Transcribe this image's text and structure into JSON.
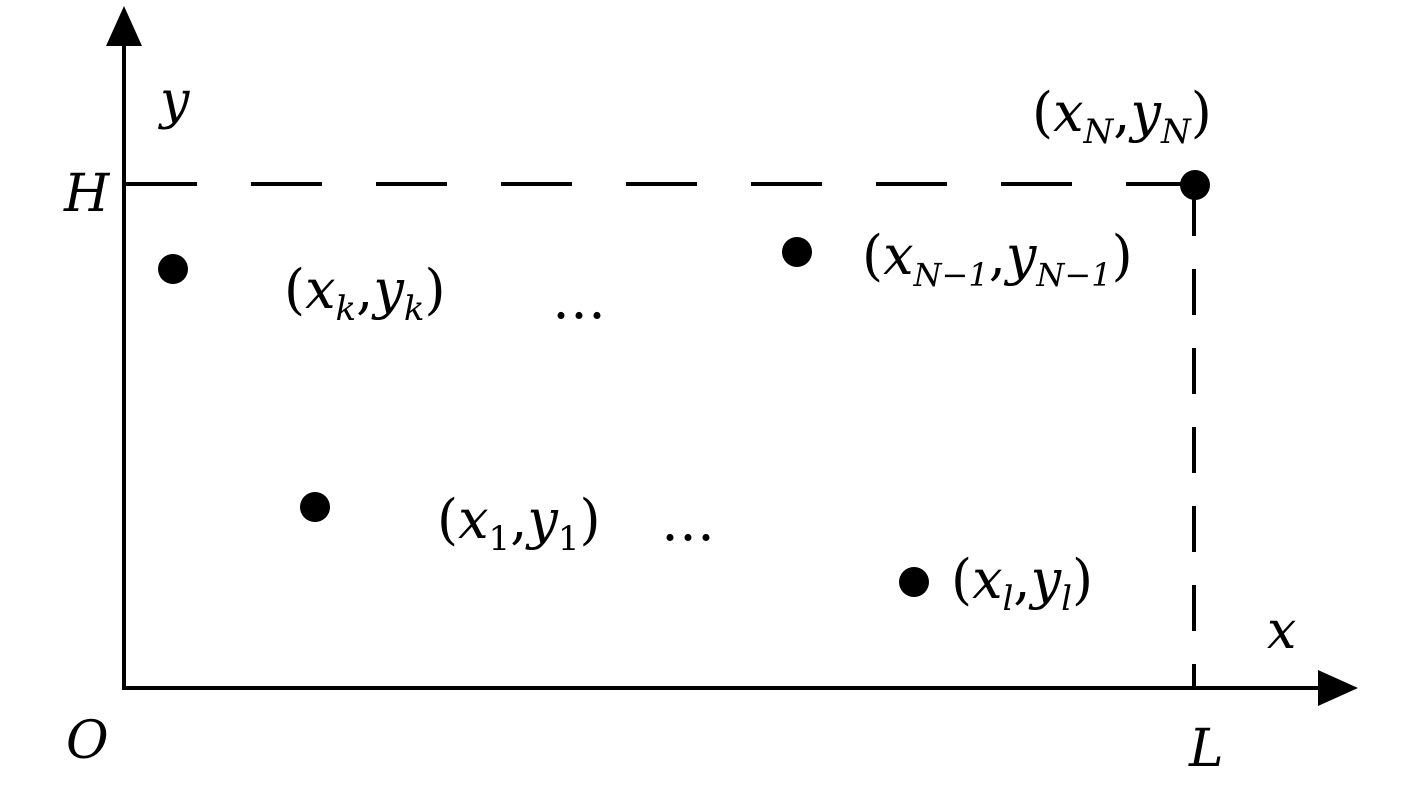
{
  "axes": {
    "x_label": "x",
    "y_label": "y",
    "origin_label": "O",
    "height_label": "H",
    "length_label": "L"
  },
  "points": [
    {
      "id": "k",
      "base_x": "x",
      "sub_x": "k",
      "base_y": "y",
      "sub_y": "k"
    },
    {
      "id": "N-1",
      "base_x": "x",
      "sub_x": "N−1",
      "base_y": "y",
      "sub_y": "N−1"
    },
    {
      "id": "N",
      "base_x": "x",
      "sub_x": "N",
      "base_y": "y",
      "sub_y": "N"
    },
    {
      "id": "1",
      "base_x": "x",
      "sub_x": "1",
      "base_y": "y",
      "sub_y": "1"
    },
    {
      "id": "l",
      "base_x": "x",
      "sub_x": "l",
      "base_y": "y",
      "sub_y": "l"
    }
  ],
  "ellipses": [
    "…",
    "…"
  ],
  "punctuation": {
    "open": "(",
    "close": ")",
    "comma": ","
  }
}
